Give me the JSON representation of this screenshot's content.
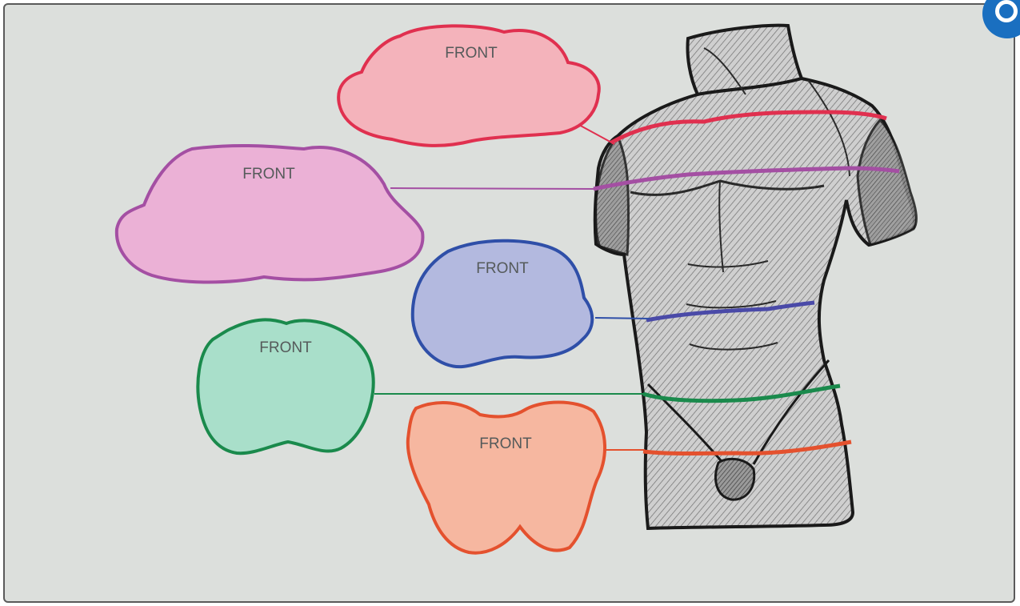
{
  "sections": [
    {
      "id": "upper-chest",
      "label": "FRONT",
      "color": "#e0304f",
      "fill": "#f4b3bb"
    },
    {
      "id": "chest",
      "label": "FRONT",
      "color": "#a44fa3",
      "fill": "#ebb1d6"
    },
    {
      "id": "waist",
      "label": "FRONT",
      "color": "#2f4fa8",
      "fill": "#b3b9df"
    },
    {
      "id": "hips",
      "label": "FRONT",
      "color": "#1a8a4c",
      "fill": "#a9dfca"
    },
    {
      "id": "pelvis",
      "label": "FRONT",
      "color": "#e4512e",
      "fill": "#f6b7a0"
    }
  ],
  "figure": {
    "name": "torso-sketch"
  },
  "corner": {
    "icon": "circle-badge-icon",
    "color": "#1a6fc0"
  }
}
